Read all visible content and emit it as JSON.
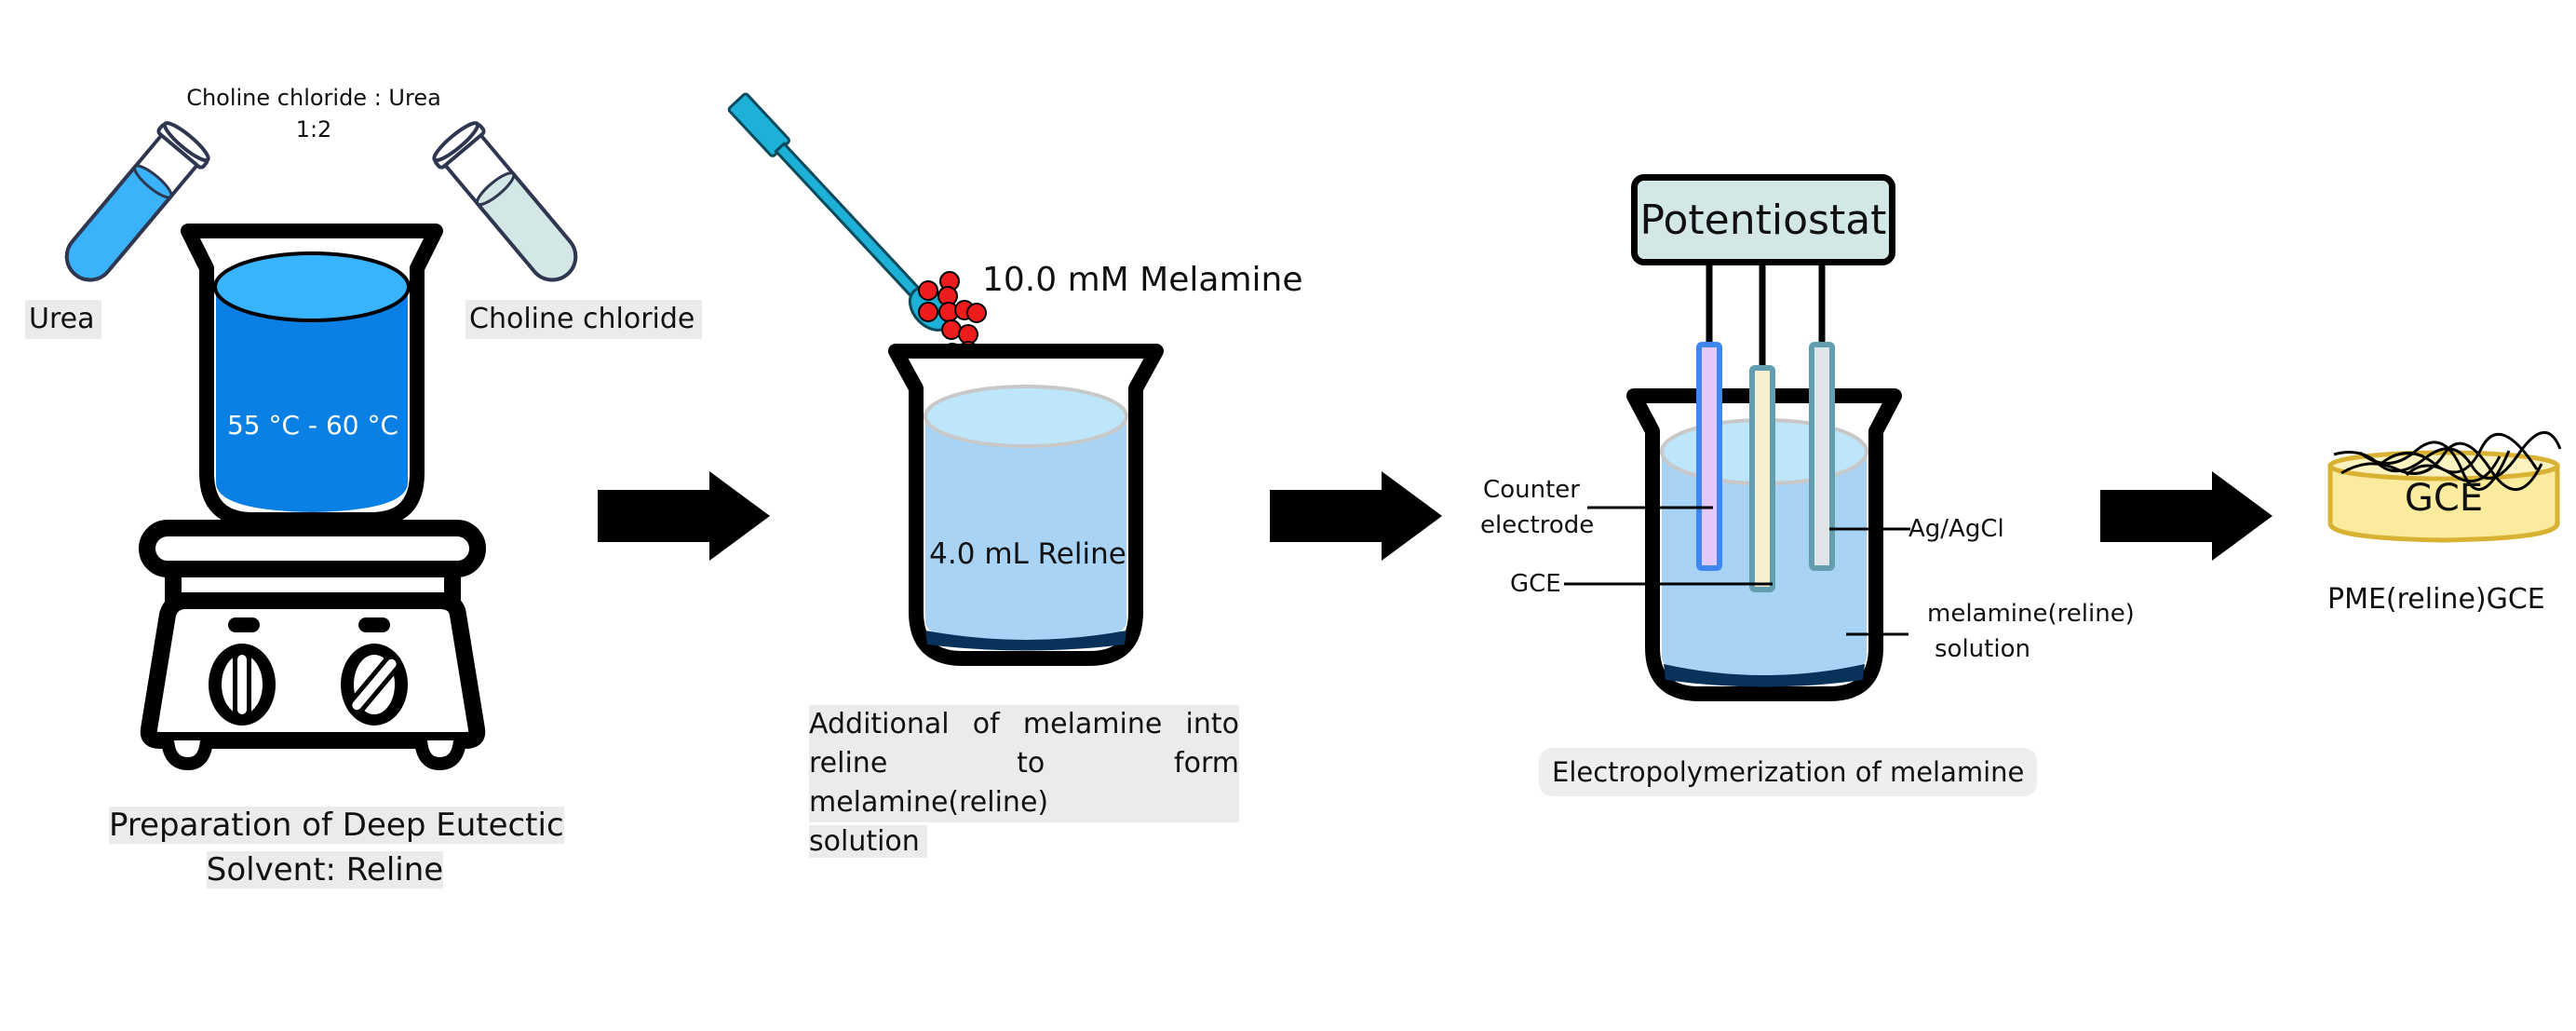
{
  "step1": {
    "ratio_line1": "Choline chloride : Urea",
    "ratio_line2": "1:2",
    "tube_left_label": "Urea",
    "tube_right_label": "Choline chloride",
    "beaker_temp": "55 °C - 60 °C",
    "caption_line1": "Preparation of Deep Eutectic",
    "caption_line2": "Solvent: Reline",
    "colors": {
      "urea_liquid": "#3ab3fb",
      "choline_liquid": "#d3e7e6",
      "hot_liquid": "#0a80e4",
      "hot_liquid_top": "#38b4fd"
    }
  },
  "step2": {
    "reagent_label": "10.0 mM Melamine",
    "beaker_label": "4.0 mL Reline",
    "caption_line1": "Additional of melamine into",
    "caption_line2": "reline to form melamine(reline)",
    "caption_line3": "solution",
    "colors": {
      "spatula": "#1db1d8",
      "beads": "#ee1c1c",
      "solution": "#a9d3f4",
      "solution_top": "#bde6fb"
    }
  },
  "step3": {
    "instrument": "Potentiostat",
    "electrode_labels": {
      "counter_line1": "Counter",
      "counter_line2": "electrode",
      "working": "GCE",
      "reference": "Ag/AgCl",
      "solution_line1": "melamine(reline)",
      "solution_line2": "solution"
    },
    "caption": "Electropolymerization of melamine",
    "colors": {
      "counter": "#e3c9f7",
      "counter_border": "#3f86ef",
      "working": "#f6efcf",
      "reference": "#dfe4e7",
      "electrode_border": "#629eb0",
      "instrument_fill": "#d3e7e6"
    }
  },
  "step4": {
    "electrode_text": "GCE",
    "product_label": "PME(reline)GCE",
    "colors": {
      "disc": "#fbeb9e",
      "disc_border": "#d9b233"
    }
  },
  "arrows": [
    "step1-to-step2",
    "step2-to-step3",
    "step3-to-step4"
  ]
}
